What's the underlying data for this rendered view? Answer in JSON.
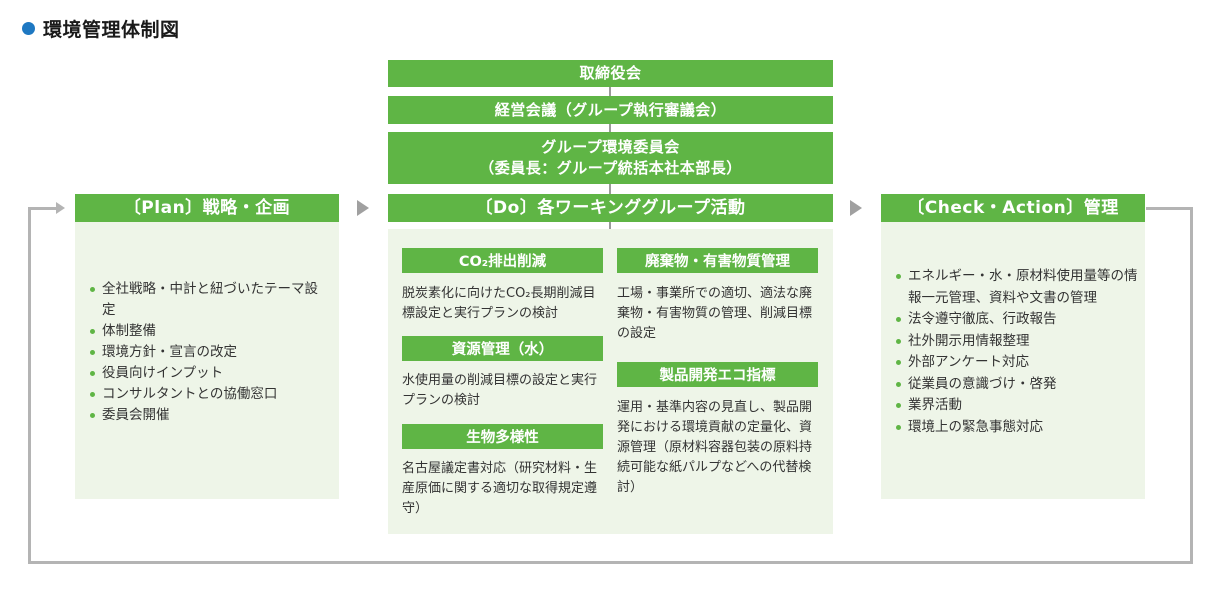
{
  "title": "環境管理体制図",
  "colors": {
    "accent_green": "#5fb545",
    "panel_bg": "#eef5e8",
    "title_dot": "#1e78c2",
    "connector_gray": "#b4b4b4"
  },
  "hierarchy": {
    "board": "取締役会",
    "management_meeting": "経営会議（グループ執行審議会）",
    "committee_line1": "グループ環境委員会",
    "committee_line2": "（委員長：グループ統括本社本部長）"
  },
  "plan": {
    "header": "〔Plan〕戦略・企画",
    "items": [
      "全社戦略・中計と紐づいたテーマ設定",
      "体制整備",
      "環境方針・宣言の改定",
      "役員向けインプット",
      "コンサルタントとの協働窓口",
      "委員会開催"
    ]
  },
  "do": {
    "header": "〔Do〕各ワーキンググループ活動",
    "groups": [
      {
        "title": "CO₂排出削減",
        "text": "脱炭素化に向けたCO₂長期削減目標設定と実行プランの検討"
      },
      {
        "title": "資源管理（水）",
        "text": "水使用量の削減目標の設定と実行プランの検討"
      },
      {
        "title": "生物多様性",
        "text": "名古屋議定書対応（研究材料・生産原価に関する適切な取得規定遵守）"
      },
      {
        "title": "廃棄物・有害物質管理",
        "text": "工場・事業所での適切、適法な廃棄物・有害物質の管理、削減目標の設定"
      },
      {
        "title": "製品開発エコ指標",
        "text": "運用・基準内容の見直し、製品開発における環境貢献の定量化、資源管理（原材料容器包装の原料持続可能な紙パルプなどへの代替検討）"
      }
    ]
  },
  "check": {
    "header": "〔Check・Action〕管理",
    "items": [
      "エネルギー・水・原材料使用量等の情報一元管理、資料や文書の管理",
      "法令遵守徹底、行政報告",
      "社外開示用情報整理",
      "外部アンケート対応",
      "従業員の意識づけ・啓発",
      "業界活動",
      "環境上の緊急事態対応"
    ]
  }
}
